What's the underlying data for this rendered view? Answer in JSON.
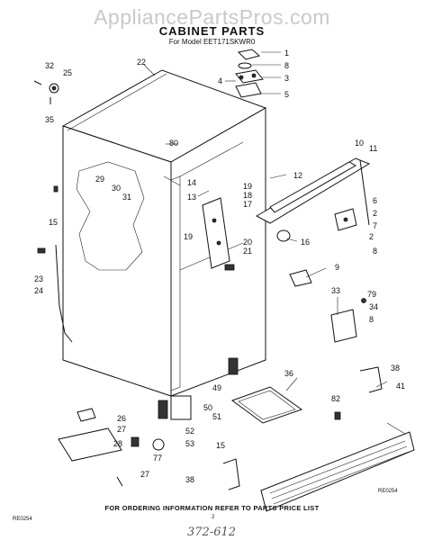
{
  "watermark": "AppliancePartsPros.com",
  "title": "CABINET PARTS",
  "subtitle": "For Model EET171SKWR0",
  "footer": "FOR ORDERING INFORMATION REFER TO PARTS PRICE LIST",
  "code_left": "RE0254",
  "code_right": "RE0254",
  "page_number": "2",
  "handwritten_note": "372-612",
  "callouts": [
    "1",
    "8",
    "3",
    "4",
    "5",
    "22",
    "32",
    "25",
    "35",
    "80",
    "10",
    "11",
    "12",
    "14",
    "13",
    "29",
    "30",
    "31",
    "15",
    "19",
    "18",
    "17",
    "20",
    "21",
    "6",
    "2",
    "7",
    "8",
    "16",
    "9",
    "23",
    "24",
    "33",
    "79",
    "34",
    "8",
    "36",
    "38",
    "82",
    "41",
    "49",
    "50",
    "51",
    "52",
    "53",
    "77",
    "26",
    "27",
    "28",
    "27",
    "15",
    "38",
    "19",
    "2"
  ]
}
